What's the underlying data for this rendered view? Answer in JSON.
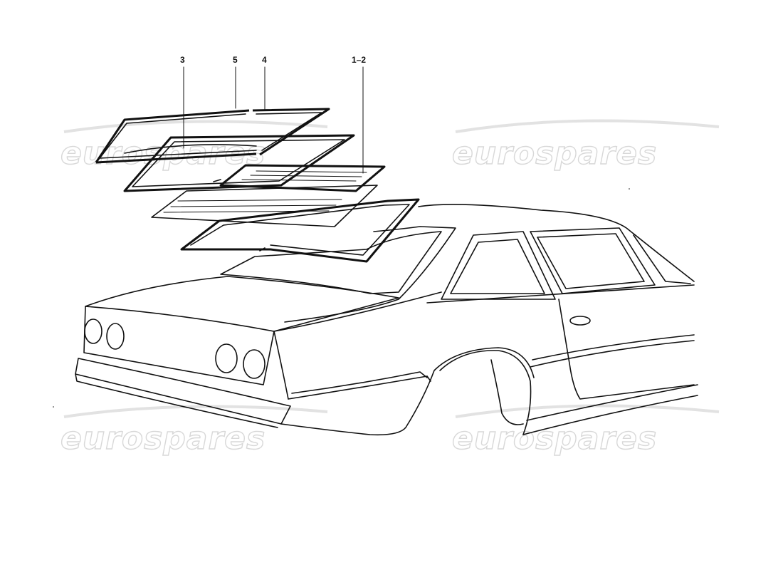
{
  "callouts": {
    "part_3": "3",
    "part_5": "5",
    "part_4": "4",
    "part_1_2": "1–2"
  },
  "watermark": {
    "text": "eurospares",
    "color": "#d8d8d8"
  },
  "colors": {
    "line": "#111111",
    "background": "#ffffff"
  }
}
